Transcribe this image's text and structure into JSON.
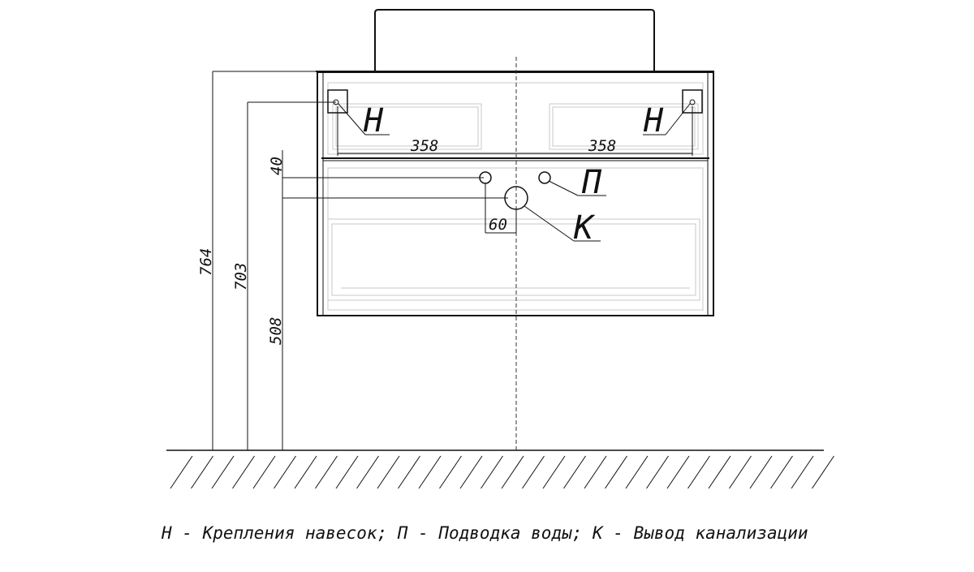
{
  "labels": {
    "mount_left": "Н",
    "mount_right": "Н",
    "water": "П",
    "drain": "К"
  },
  "dimensions": {
    "width_left": "358",
    "width_right": "358",
    "pipe_offset_vertical": "40",
    "pipe_offset_horizontal": "60",
    "overall_height": "764",
    "mount_height": "703",
    "drain_height": "508"
  },
  "legend": "Н - Крепления навесок; П - Подводка воды; К - Вывод канализации"
}
